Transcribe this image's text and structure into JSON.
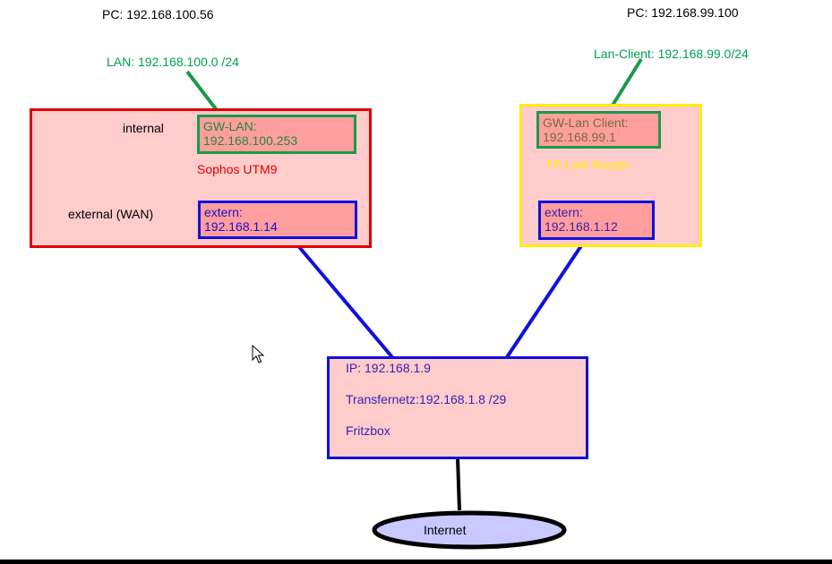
{
  "colors": {
    "box_fill": "#ffcccc",
    "inner_fill": "#ff9e9e",
    "sophos_border": "#e00000",
    "tplink_border": "#ffee00",
    "lan_border": "#1a9a4a",
    "wan_border": "#1010dd",
    "lan_text": "#00a050",
    "wan_text": "#1a10c8",
    "lan_inner_text": "#1f8a3a",
    "tplink_inner_text": "#7a6a40",
    "fritz_text": "#3a20b0",
    "sophos_label": "#e00000",
    "tplink_label": "#ffee00",
    "internet_fill": "#c9c9ff",
    "black": "#000000"
  },
  "pc_left": "PC: 192.168.100.56",
  "pc_right": "PC: 192.168.99.100",
  "lan_left": "LAN: 192.168.100.0 /24",
  "lan_right": "Lan-Client: 192.168.99.0/24",
  "sophos": {
    "internal_label": "internal",
    "external_label": "external (WAN)",
    "name": "Sophos UTM9",
    "gw_lan": {
      "line1": "GW-LAN:",
      "line2": "192.168.100.253"
    },
    "extern": {
      "line1": "extern:",
      "line2": "192.168.1.14"
    }
  },
  "tplink": {
    "name": "TP-Link Router",
    "gw_lan": {
      "line1": "GW-Lan Client:",
      "line2": "192.168.99.1"
    },
    "extern": {
      "line1": "extern:",
      "line2": "192.168.1.12"
    }
  },
  "fritzbox": {
    "ip": "IP: 192.168.1.9",
    "transfer": "Transfernetz:192.168.1.8 /29",
    "name": "Fritzbox"
  },
  "internet": "Internet",
  "icons": {
    "cursor": "mouse-pointer-icon"
  }
}
